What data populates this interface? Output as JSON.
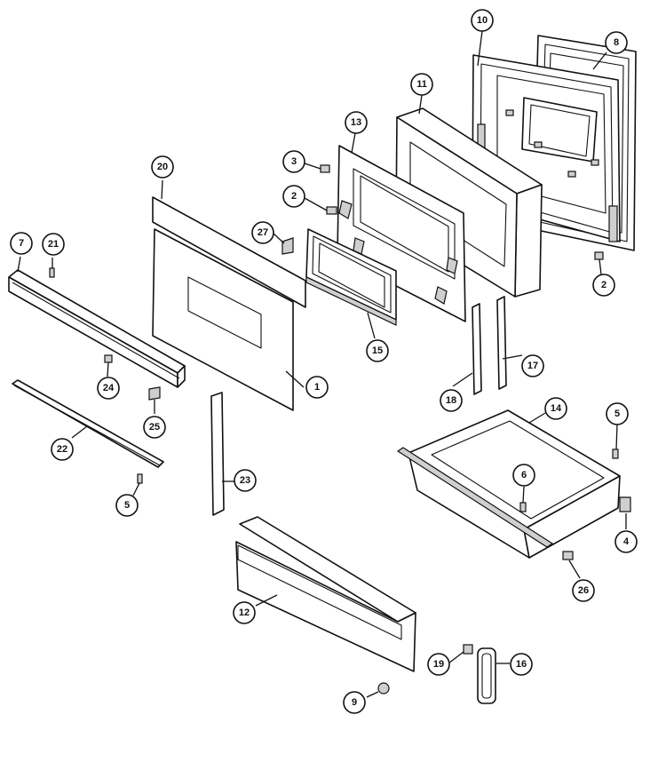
{
  "diagram": {
    "callouts": [
      {
        "id": "1",
        "label": "1"
      },
      {
        "id": "2a",
        "label": "2"
      },
      {
        "id": "2b",
        "label": "2"
      },
      {
        "id": "3",
        "label": "3"
      },
      {
        "id": "4",
        "label": "4"
      },
      {
        "id": "5a",
        "label": "5"
      },
      {
        "id": "5b",
        "label": "5"
      },
      {
        "id": "6",
        "label": "6"
      },
      {
        "id": "7",
        "label": "7"
      },
      {
        "id": "8",
        "label": "8"
      },
      {
        "id": "9",
        "label": "9"
      },
      {
        "id": "10",
        "label": "10"
      },
      {
        "id": "11",
        "label": "11"
      },
      {
        "id": "12",
        "label": "12"
      },
      {
        "id": "13",
        "label": "13"
      },
      {
        "id": "14",
        "label": "14"
      },
      {
        "id": "15",
        "label": "15"
      },
      {
        "id": "16",
        "label": "16"
      },
      {
        "id": "17",
        "label": "17"
      },
      {
        "id": "18",
        "label": "18"
      },
      {
        "id": "19",
        "label": "19"
      },
      {
        "id": "20",
        "label": "20"
      },
      {
        "id": "21",
        "label": "21"
      },
      {
        "id": "22",
        "label": "22"
      },
      {
        "id": "23",
        "label": "23"
      },
      {
        "id": "24",
        "label": "24"
      },
      {
        "id": "25",
        "label": "25"
      },
      {
        "id": "26",
        "label": "26"
      },
      {
        "id": "27",
        "label": "27"
      }
    ]
  }
}
